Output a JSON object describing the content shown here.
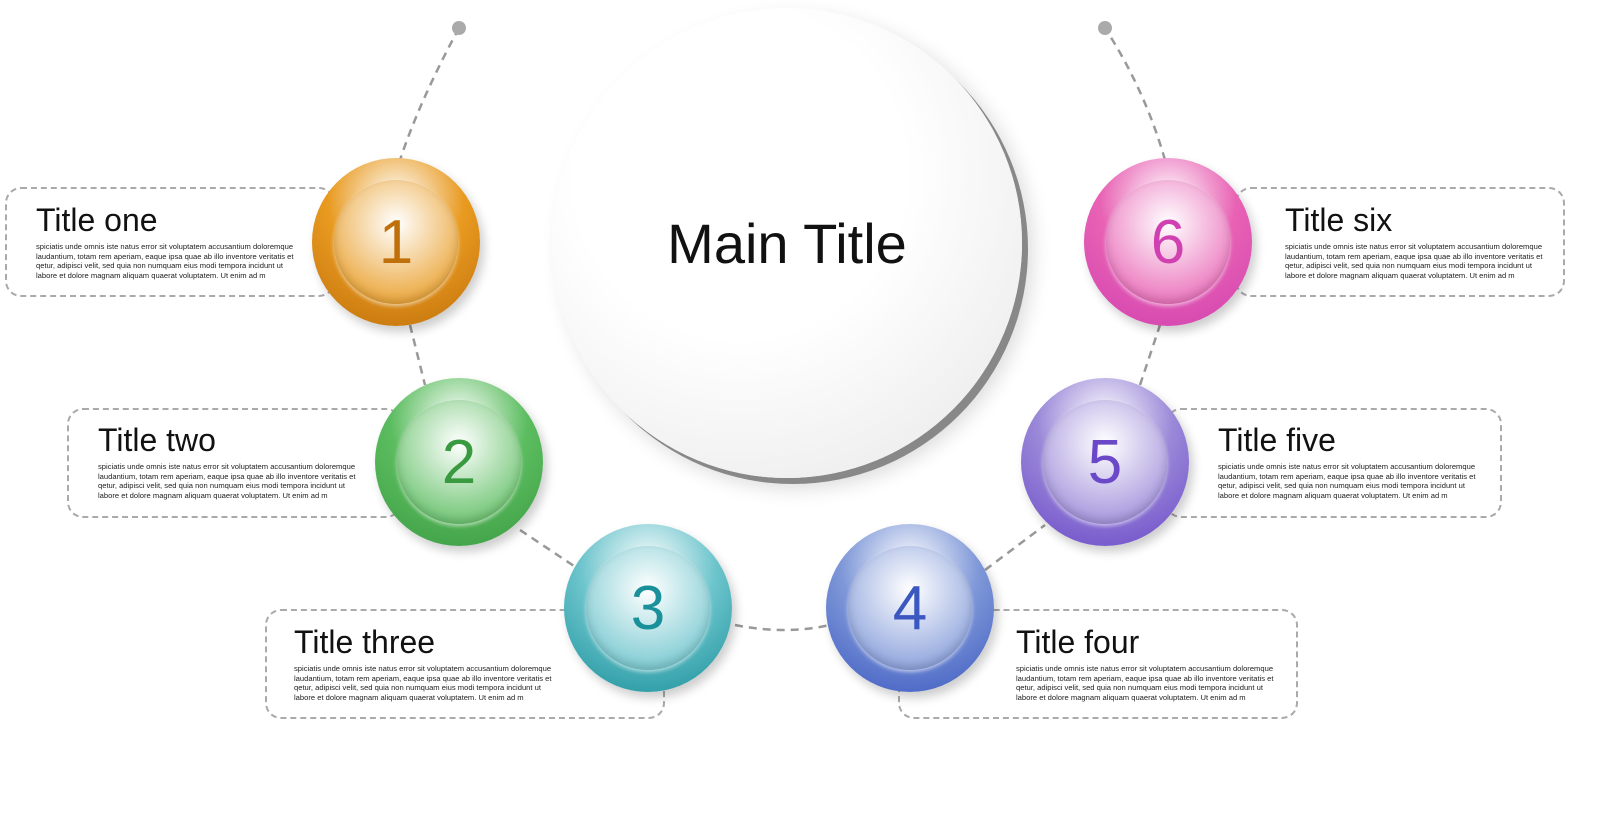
{
  "main_title": "Main Title",
  "items": [
    {
      "num": "1",
      "title": "Title one",
      "color": "#e89a20",
      "num_color": "#c0700a"
    },
    {
      "num": "2",
      "title": "Title two",
      "color": "#5cbd60",
      "num_color": "#3a9a40"
    },
    {
      "num": "3",
      "title": "Title three",
      "color": "#6cc4cc",
      "num_color": "#1a909a"
    },
    {
      "num": "4",
      "title": "Title four",
      "color": "#7f98d8",
      "num_color": "#3a58c0"
    },
    {
      "num": "5",
      "title": "Title five",
      "color": "#9a88d8",
      "num_color": "#6a48c8"
    },
    {
      "num": "6",
      "title": "Title six",
      "color": "#e862b4",
      "num_color": "#d040b0"
    }
  ],
  "body_text": "spiciatis unde omnis iste natus error sit voluptatem accusantium doloremque laudantium, totam rem aperiam, eaque ipsa quae ab illo inventore veritatis et qetur, adipisci velit, sed quia non numquam eius modi tempora incidunt ut labore et dolore magnam aliquam quaerat voluptatem. Ut enim ad m"
}
